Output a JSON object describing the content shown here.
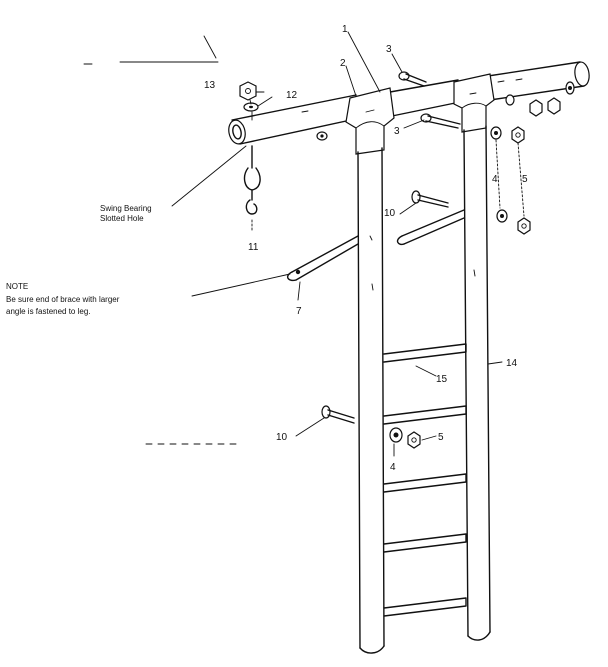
{
  "callouts": {
    "c1": "1",
    "c2": "2",
    "c3_top": "3",
    "c3_mid": "3",
    "c4_right": "4",
    "c4_bottom": "4",
    "c5_right": "5",
    "c5_bottom": "5",
    "c7": "7",
    "c10_upper": "10",
    "c10_lower": "10",
    "c11": "11",
    "c12": "12",
    "c13": "13",
    "c14": "14",
    "c15": "15"
  },
  "labels": {
    "swing_bearing_line1": "Swing Bearing",
    "swing_bearing_line2": "Slotted Hole"
  },
  "note": {
    "heading": "NOTE",
    "line1": "Be sure end of brace with larger",
    "line2": "angle is fastened to leg."
  }
}
